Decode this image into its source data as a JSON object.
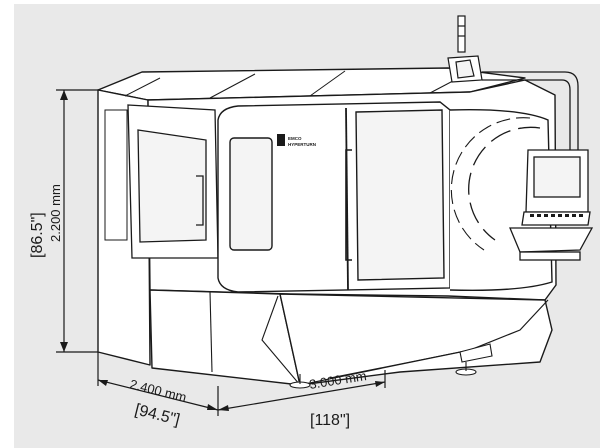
{
  "dimensions": {
    "height_metric": "2.200 mm",
    "height_imperial": "[86.5\"]",
    "depth_metric": "2.400 mm",
    "depth_imperial": "[94.5\"]",
    "width_metric": "3.000 mm",
    "width_imperial": "[118\"]"
  },
  "machine": {
    "logo_line1": "EMCO",
    "logo_line2": "HYPERTURN"
  },
  "colors": {
    "line": "#1a1a1a",
    "background_panel": "#e9e9e9",
    "machine_fill": "#ffffff",
    "window_fill": "#f4f4f4"
  }
}
